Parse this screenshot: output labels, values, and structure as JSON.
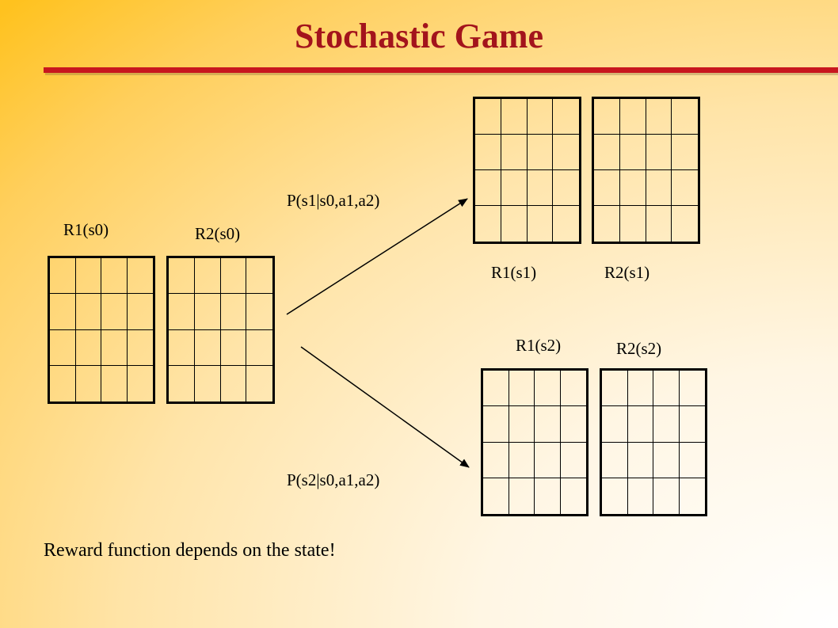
{
  "title": "Stochastic Game",
  "footer": "Reward function depends on the state!",
  "matrices": {
    "r1_s0": {
      "label": "R1(s0)",
      "rows": 4,
      "cols": 4
    },
    "r2_s0": {
      "label": "R2(s0)",
      "rows": 4,
      "cols": 4
    },
    "r1_s1": {
      "label": "R1(s1)",
      "rows": 4,
      "cols": 4
    },
    "r2_s1": {
      "label": "R2(s1)",
      "rows": 4,
      "cols": 4
    },
    "r1_s2": {
      "label": "R1(s2)",
      "rows": 4,
      "cols": 4
    },
    "r2_s2": {
      "label": "R2(s2)",
      "rows": 4,
      "cols": 4
    }
  },
  "transitions": {
    "to_s1": "P(s1|s0,a1,a2)",
    "to_s2": "P(s2|s0,a1,a2)"
  },
  "colors": {
    "title": "#a3141c",
    "rule": "#c8161e",
    "background_warm": "#ffc21e",
    "background_light": "#ffffff"
  }
}
